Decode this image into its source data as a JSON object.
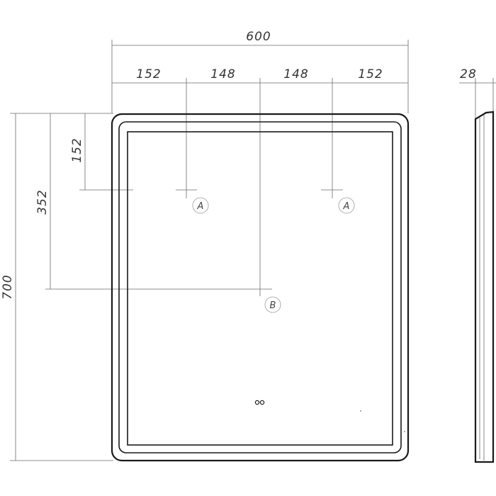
{
  "dimensions": {
    "total_width": "600",
    "seg_1": "152",
    "seg_2": "148",
    "seg_3": "148",
    "seg_4": "152",
    "depth": "28",
    "total_height": "700",
    "height_a": "152",
    "height_b": "352"
  },
  "markers": {
    "a_left": "A",
    "a_right": "A",
    "b": "B"
  },
  "colors": {
    "line": "#1a1a1a",
    "dimension": "#6a6a6a",
    "text": "#333333"
  }
}
